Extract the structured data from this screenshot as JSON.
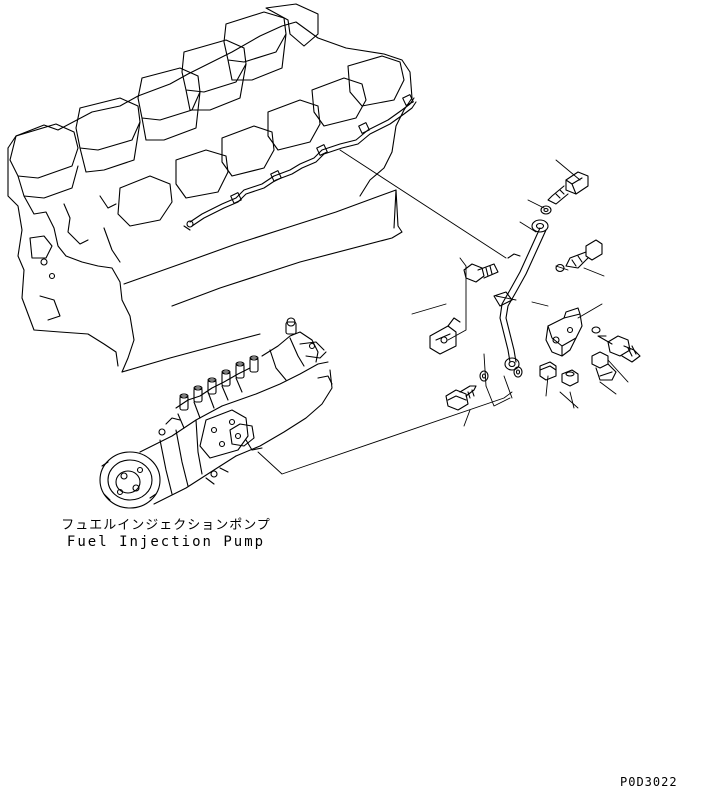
{
  "captions": {
    "japanese": "フュエルインジェクションポンプ",
    "english": "Fuel Injection Pump"
  },
  "drawing_code": "P0D3022"
}
